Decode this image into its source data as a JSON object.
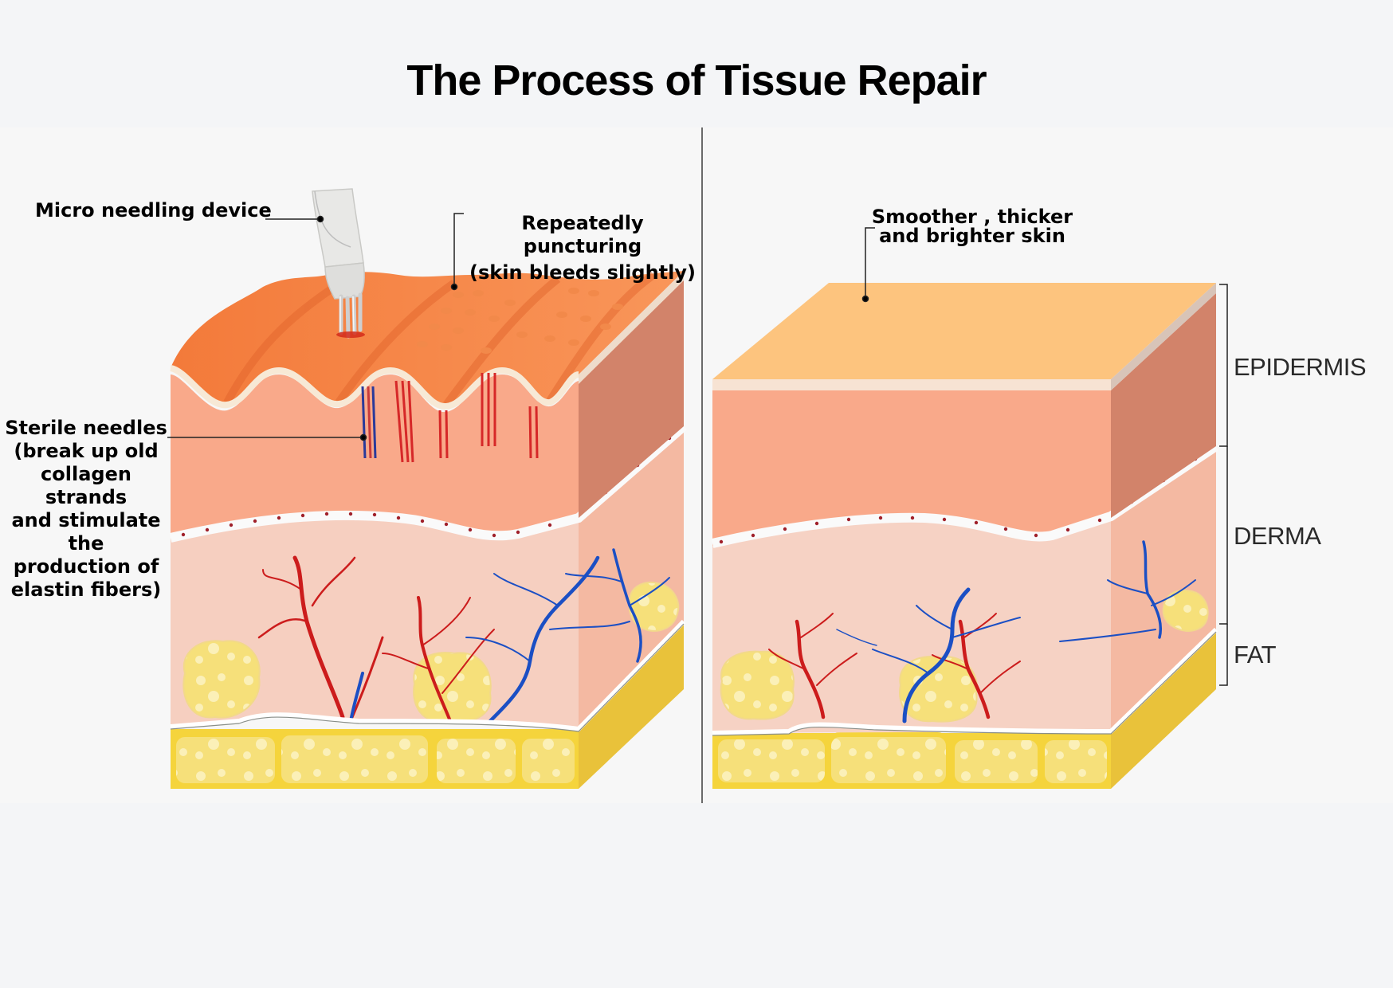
{
  "title": "The Process of Tissue Repair",
  "left_panel": {
    "labels": {
      "device": "Micro needling device",
      "puncturing_line1": "Repeatedly puncturing",
      "puncturing_line2": "(skin bleeds slightly)",
      "needles_line1": "Sterile needles",
      "needles_line2": "(break up old",
      "needles_line3": "collagen strands",
      "needles_line4": "and stimulate the",
      "needles_line5": "production of",
      "needles_line6": "elastin fibers)"
    }
  },
  "right_panel": {
    "labels": {
      "result_line1": "Smoother , thicker",
      "result_line2": "and brighter skin"
    },
    "layers": [
      "EPIDERMIS",
      "DERMA",
      "FAT"
    ]
  },
  "colors": {
    "epidermis_top_left": "#f07a3c",
    "epidermis_top_right": "#fdc47e",
    "epidermis_front": "#f9a98a",
    "epidermis_side": "#d2836a",
    "dermis": "#f6cfc0",
    "fat": "#f8dc5a",
    "artery": "#cc1c1c",
    "vein": "#1b4fc4"
  }
}
